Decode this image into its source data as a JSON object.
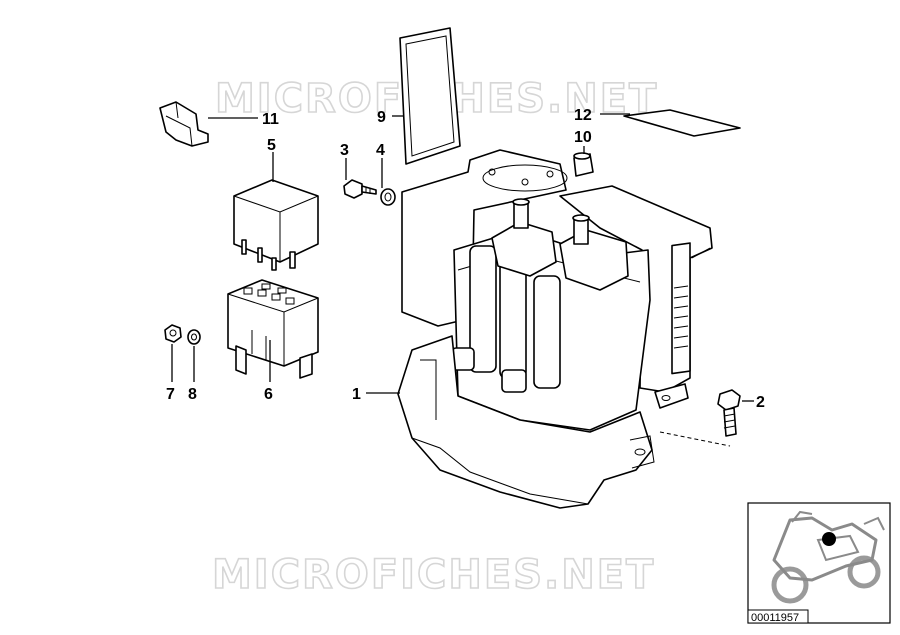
{
  "watermark": {
    "text": "MICROFICHES.NET"
  },
  "callouts": [
    {
      "id": "1",
      "label": "1"
    },
    {
      "id": "2",
      "label": "2"
    },
    {
      "id": "3",
      "label": "3"
    },
    {
      "id": "4",
      "label": "4"
    },
    {
      "id": "5",
      "label": "5"
    },
    {
      "id": "6",
      "label": "6"
    },
    {
      "id": "7",
      "label": "7"
    },
    {
      "id": "8",
      "label": "8"
    },
    {
      "id": "9",
      "label": "9"
    },
    {
      "id": "10",
      "label": "10"
    },
    {
      "id": "11",
      "label": "11"
    },
    {
      "id": "12",
      "label": "12"
    }
  ],
  "diagram_ref": {
    "number": "00011957"
  },
  "icons": {
    "abs-unit": "abs-pressure-modulator-icon",
    "bolt": "hex-bolt-icon",
    "screw": "screw-icon",
    "washer": "washer-icon",
    "relay": "relay-icon",
    "relay-socket": "relay-socket-icon",
    "nut": "nut-icon",
    "gasket": "gasket-icon",
    "cap": "rubber-cap-icon",
    "clip": "cable-clip-icon",
    "pad": "foam-pad-icon",
    "motorcycle": "motorcycle-locator-icon"
  }
}
